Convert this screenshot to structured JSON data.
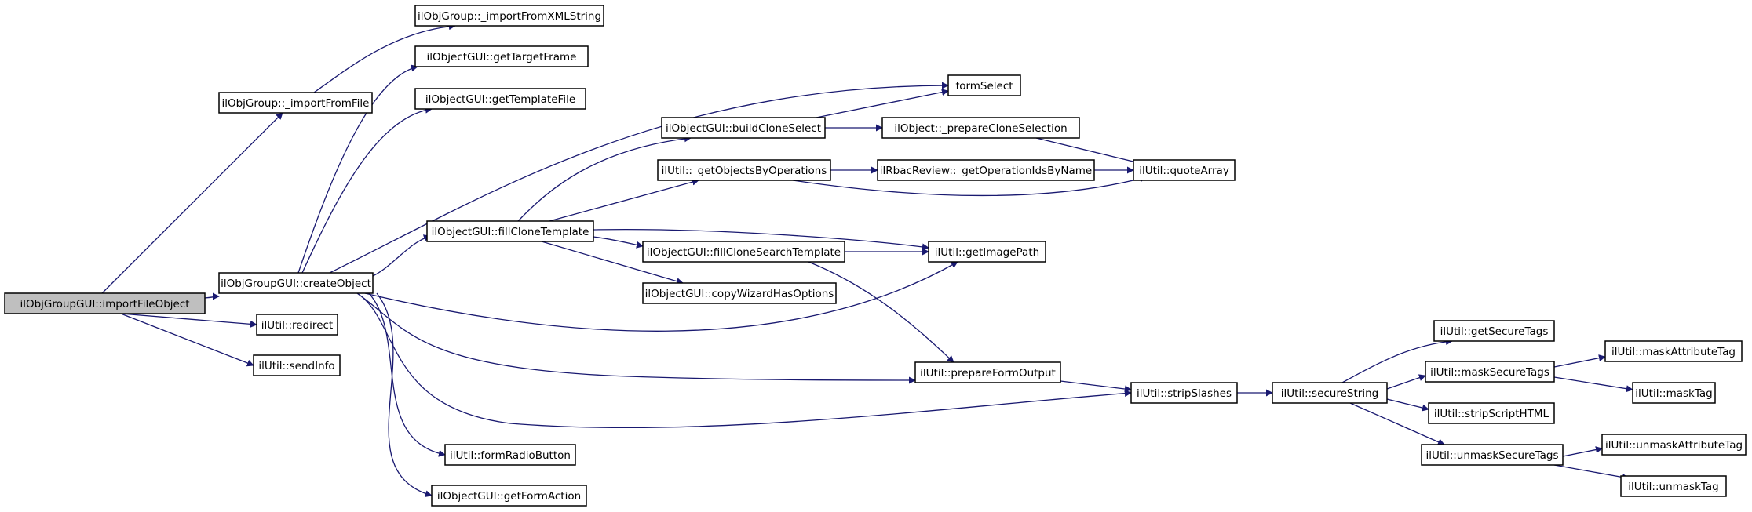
{
  "graph": {
    "nodes": [
      {
        "id": "root",
        "label": "ilObjGroupGUI::importFileObject",
        "root": true
      },
      {
        "id": "importFromFile",
        "label": "ilObjGroup::_importFromFile"
      },
      {
        "id": "importFromXML",
        "label": "ilObjGroup::_importFromXMLString"
      },
      {
        "id": "createObject",
        "label": "ilObjGroupGUI::createObject"
      },
      {
        "id": "redirect",
        "label": "ilUtil::redirect"
      },
      {
        "id": "sendInfo",
        "label": "ilUtil::sendInfo"
      },
      {
        "id": "getTargetFrame",
        "label": "ilObjectGUI::getTargetFrame"
      },
      {
        "id": "getTemplateFile",
        "label": "ilObjectGUI::getTemplateFile"
      },
      {
        "id": "fillCloneTemplate",
        "label": "ilObjectGUI::fillCloneTemplate"
      },
      {
        "id": "formRadioButton",
        "label": "ilUtil::formRadioButton"
      },
      {
        "id": "getFormAction",
        "label": "ilObjectGUI::getFormAction"
      },
      {
        "id": "buildCloneSelect",
        "label": "ilObjectGUI::buildCloneSelect"
      },
      {
        "id": "getObjectsByOps",
        "label": "ilUtil::_getObjectsByOperations"
      },
      {
        "id": "fillCloneSearch",
        "label": "ilObjectGUI::fillCloneSearchTemplate"
      },
      {
        "id": "copyWizard",
        "label": "ilObjectGUI::copyWizardHasOptions"
      },
      {
        "id": "formSelect",
        "label": "formSelect"
      },
      {
        "id": "prepareClone",
        "label": "ilObject::_prepareCloneSelection"
      },
      {
        "id": "getOpIds",
        "label": "ilRbacReview::_getOperationIdsByName"
      },
      {
        "id": "getImagePath",
        "label": "ilUtil::getImagePath"
      },
      {
        "id": "prepareFormOutput",
        "label": "ilUtil::prepareFormOutput"
      },
      {
        "id": "quoteArray",
        "label": "ilUtil::quoteArray"
      },
      {
        "id": "stripSlashes",
        "label": "ilUtil::stripSlashes"
      },
      {
        "id": "secureString",
        "label": "ilUtil::secureString"
      },
      {
        "id": "getSecureTags",
        "label": "ilUtil::getSecureTags"
      },
      {
        "id": "maskSecureTags",
        "label": "ilUtil::maskSecureTags"
      },
      {
        "id": "stripScriptHTML",
        "label": "ilUtil::stripScriptHTML"
      },
      {
        "id": "unmaskSecureTags",
        "label": "ilUtil::unmaskSecureTags"
      },
      {
        "id": "maskAttributeTag",
        "label": "ilUtil::maskAttributeTag"
      },
      {
        "id": "maskTag",
        "label": "ilUtil::maskTag"
      },
      {
        "id": "unmaskAttributeTag",
        "label": "ilUtil::unmaskAttributeTag"
      },
      {
        "id": "unmaskTag",
        "label": "ilUtil::unmaskTag"
      }
    ],
    "edges": [
      {
        "from": "root",
        "to": "importFromFile"
      },
      {
        "from": "root",
        "to": "createObject"
      },
      {
        "from": "root",
        "to": "redirect"
      },
      {
        "from": "root",
        "to": "sendInfo"
      },
      {
        "from": "importFromFile",
        "to": "importFromXML"
      },
      {
        "from": "createObject",
        "to": "getTargetFrame"
      },
      {
        "from": "createObject",
        "to": "getTemplateFile"
      },
      {
        "from": "createObject",
        "to": "formSelect"
      },
      {
        "from": "createObject",
        "to": "fillCloneTemplate"
      },
      {
        "from": "createObject",
        "to": "getImagePath"
      },
      {
        "from": "createObject",
        "to": "prepareFormOutput"
      },
      {
        "from": "createObject",
        "to": "stripSlashes"
      },
      {
        "from": "createObject",
        "to": "formRadioButton"
      },
      {
        "from": "createObject",
        "to": "getFormAction"
      },
      {
        "from": "fillCloneTemplate",
        "to": "buildCloneSelect"
      },
      {
        "from": "fillCloneTemplate",
        "to": "getObjectsByOps"
      },
      {
        "from": "fillCloneTemplate",
        "to": "getImagePath"
      },
      {
        "from": "fillCloneTemplate",
        "to": "fillCloneSearch"
      },
      {
        "from": "fillCloneTemplate",
        "to": "copyWizard"
      },
      {
        "from": "buildCloneSelect",
        "to": "formSelect"
      },
      {
        "from": "buildCloneSelect",
        "to": "prepareClone"
      },
      {
        "from": "prepareClone",
        "to": "quoteArray"
      },
      {
        "from": "getObjectsByOps",
        "to": "getOpIds"
      },
      {
        "from": "getObjectsByOps",
        "to": "quoteArray"
      },
      {
        "from": "getOpIds",
        "to": "quoteArray"
      },
      {
        "from": "fillCloneSearch",
        "to": "getImagePath"
      },
      {
        "from": "fillCloneSearch",
        "to": "prepareFormOutput"
      },
      {
        "from": "prepareFormOutput",
        "to": "stripSlashes"
      },
      {
        "from": "stripSlashes",
        "to": "secureString"
      },
      {
        "from": "secureString",
        "to": "getSecureTags"
      },
      {
        "from": "secureString",
        "to": "maskSecureTags"
      },
      {
        "from": "secureString",
        "to": "stripScriptHTML"
      },
      {
        "from": "secureString",
        "to": "unmaskSecureTags"
      },
      {
        "from": "maskSecureTags",
        "to": "maskAttributeTag"
      },
      {
        "from": "maskSecureTags",
        "to": "maskTag"
      },
      {
        "from": "unmaskSecureTags",
        "to": "unmaskAttributeTag"
      },
      {
        "from": "unmaskSecureTags",
        "to": "unmaskTag"
      }
    ]
  },
  "colors": {
    "edge": "#191970",
    "node_border": "#000000",
    "node_fill": "#ffffff",
    "root_fill": "#bfbfbf"
  }
}
